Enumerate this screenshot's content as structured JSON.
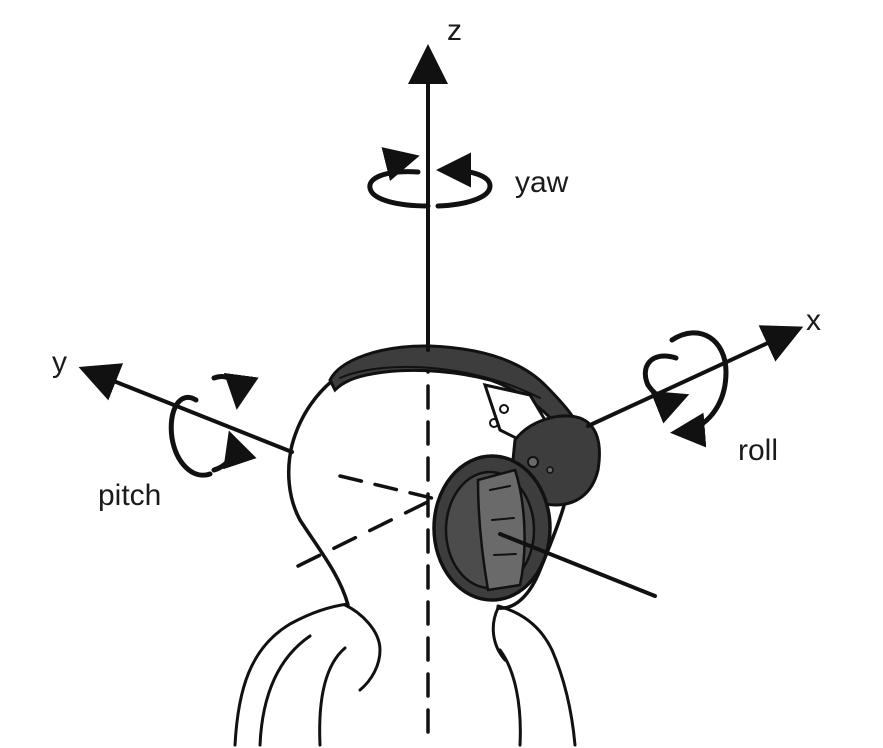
{
  "labels": {
    "z": "z",
    "x": "x",
    "y": "y",
    "yaw": "yaw",
    "roll": "roll",
    "pitch": "pitch"
  },
  "colors": {
    "line": "#111111",
    "headset": "#3d3d3d",
    "headset_highlight": "#6a6a6a",
    "background": "#ffffff"
  }
}
